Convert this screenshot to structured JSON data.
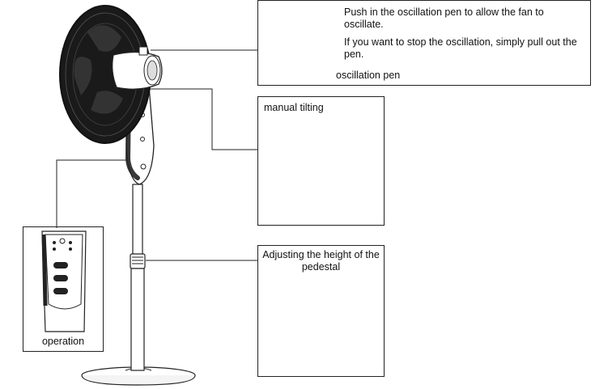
{
  "oscillation": {
    "instruction_1": "Push in the oscillation pen to allow the fan to oscillate.",
    "instruction_2": "If you want to stop the oscillation, simply pull out the pen.",
    "pen_label": "oscillation pen"
  },
  "tilting": {
    "label": "manual tilting"
  },
  "height": {
    "label": "Adjusting the height of the pedestal"
  },
  "control": {
    "label": "operation"
  },
  "colors": {
    "line": "#222222",
    "fan_dark": "#1a1a1a",
    "background": "#ffffff"
  }
}
